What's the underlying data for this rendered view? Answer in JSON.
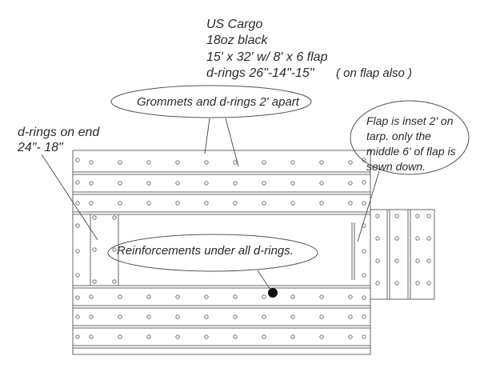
{
  "spec": {
    "title": "US Cargo",
    "material": "18oz black",
    "size": "15' x 32' w/ 8' x 6  flap",
    "drings": "d-rings 26\"-14\"-15\"",
    "flap_note": "( on flap also )"
  },
  "callouts": {
    "grommets": "Grommets and d-rings 2' apart",
    "end_line1": "d-rings on end",
    "end_line2": "24\"- 18\"",
    "inset": "Flap is inset 2' on tarp. only the middle 6' of flap is sewn down.",
    "reinforcements": "Reinforcements under all d-rings."
  },
  "colors": {
    "line": "#555555",
    "text": "#2a2a2a",
    "background": "#ffffff"
  }
}
